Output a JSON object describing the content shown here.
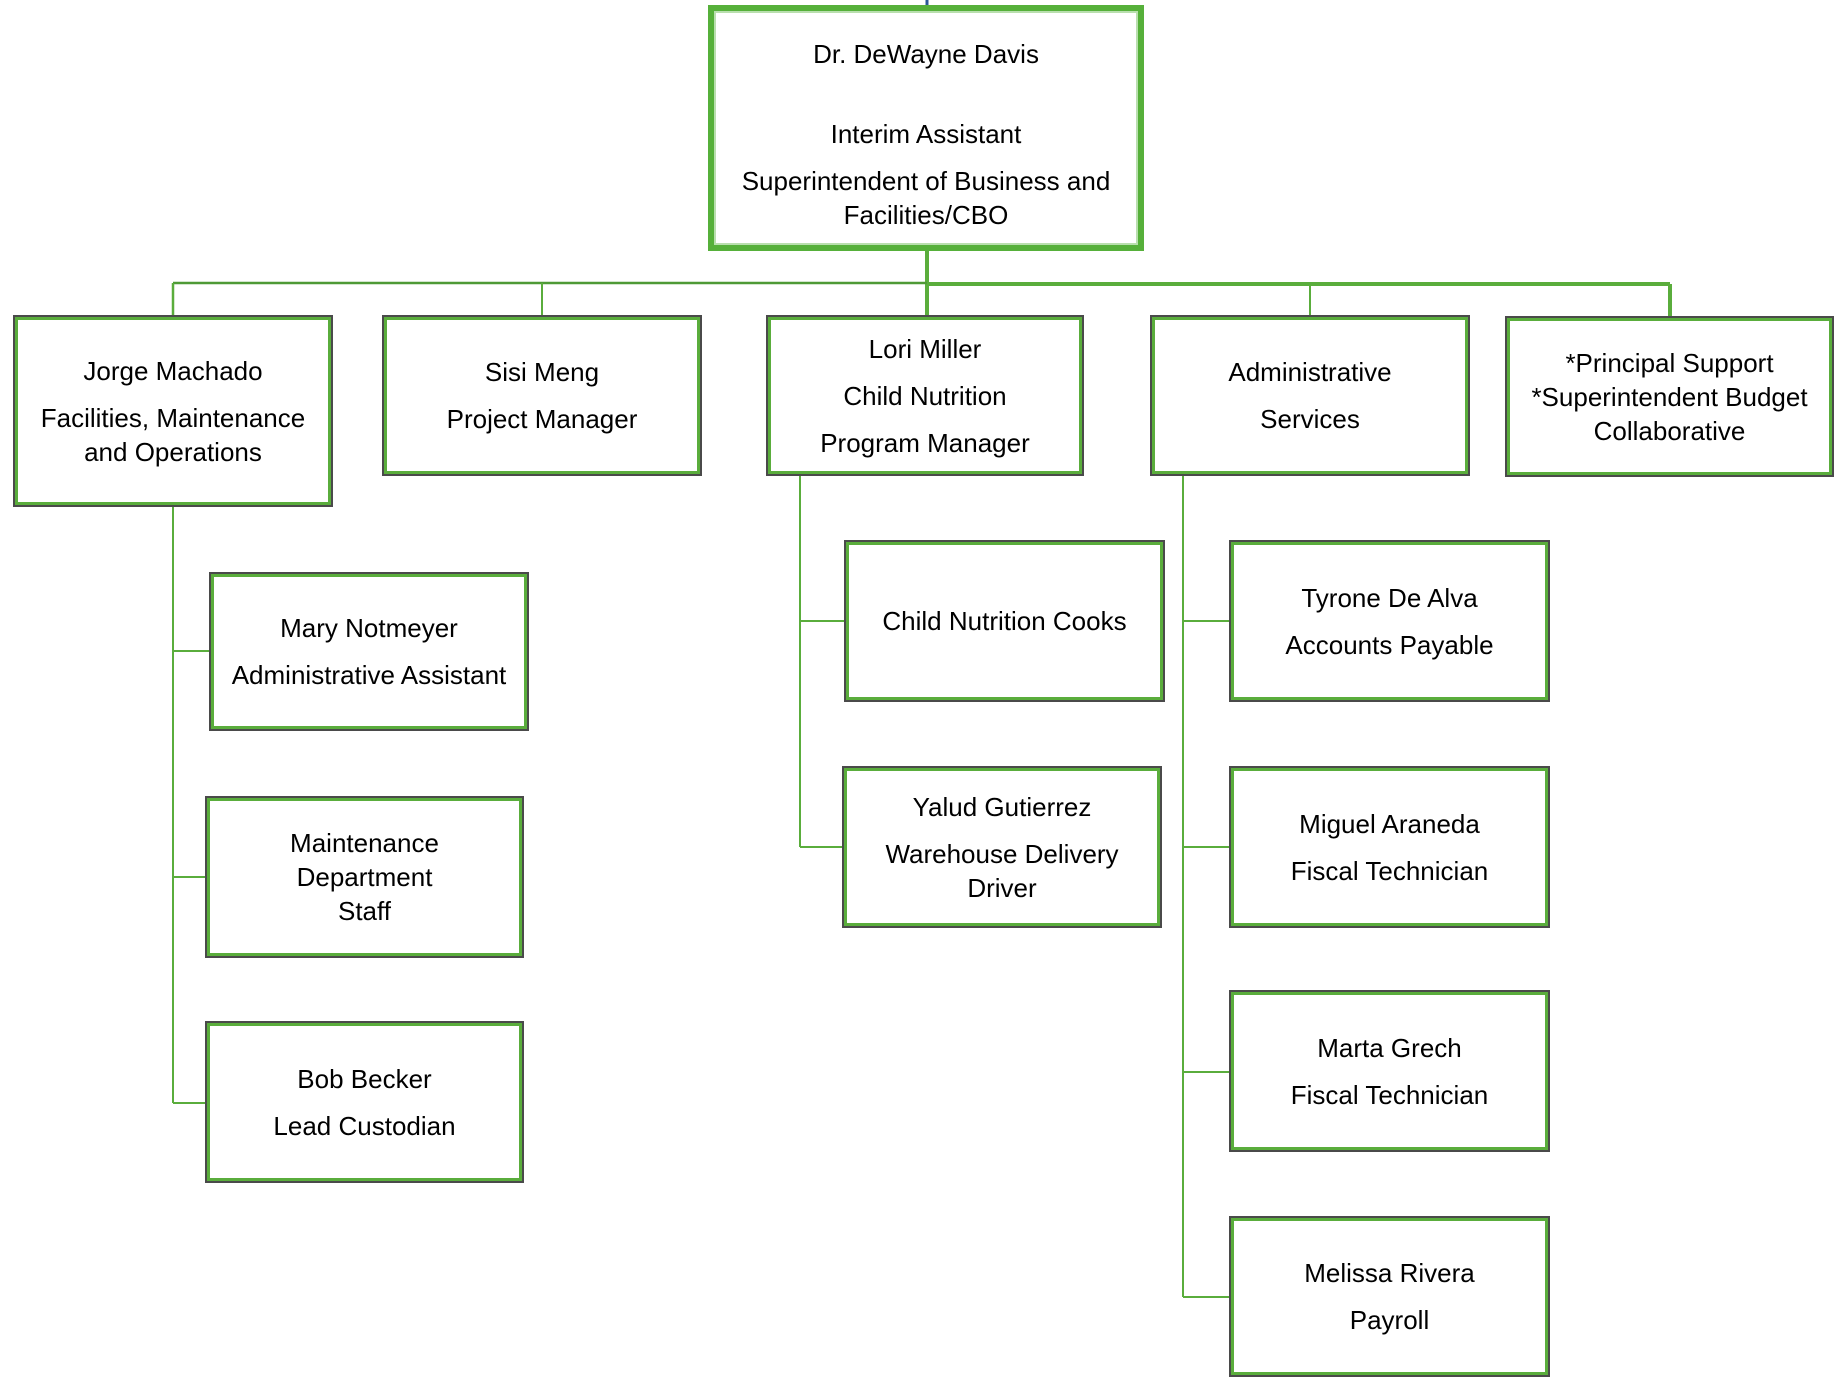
{
  "colors": {
    "line": "#5aad3c",
    "top_border": "#56b03a",
    "outline": "#4a4a4a"
  },
  "top": {
    "name": "Dr. DeWayne Davis",
    "title1": "Interim Assistant",
    "title2a": "Superintendent of Business and",
    "title2b": "Facilities/CBO"
  },
  "jorge": {
    "name": "Jorge Machado",
    "title_a": "Facilities, Maintenance",
    "title_b": "and Operations"
  },
  "sisi": {
    "name": "Sisi Meng",
    "title": "Project Manager"
  },
  "lori": {
    "name": "Lori Miller",
    "title1": "Child Nutrition",
    "title2": "Program Manager"
  },
  "admin": {
    "line1": "Administrative",
    "line2": "Services"
  },
  "principal": {
    "line1": "*Principal Support",
    "line2": "*Superintendent Budget",
    "line3": "Collaborative"
  },
  "mary": {
    "name": "Mary Notmeyer",
    "title": "Administrative Assistant"
  },
  "maint": {
    "line1": "Maintenance",
    "line2": "Department",
    "line3": "Staff"
  },
  "bob": {
    "name": "Bob Becker",
    "title": "Lead Custodian"
  },
  "cooks": {
    "title": "Child Nutrition Cooks"
  },
  "yalud": {
    "name": "Yalud Gutierrez",
    "title_a": "Warehouse Delivery",
    "title_b": "Driver"
  },
  "tyrone": {
    "name": "Tyrone De Alva",
    "title": "Accounts Payable"
  },
  "miguel": {
    "name": "Miguel Araneda",
    "title": "Fiscal Technician"
  },
  "marta": {
    "name": "Marta Grech",
    "title": "Fiscal Technician"
  },
  "melissa": {
    "name": "Melissa Rivera",
    "title": "Payroll"
  }
}
